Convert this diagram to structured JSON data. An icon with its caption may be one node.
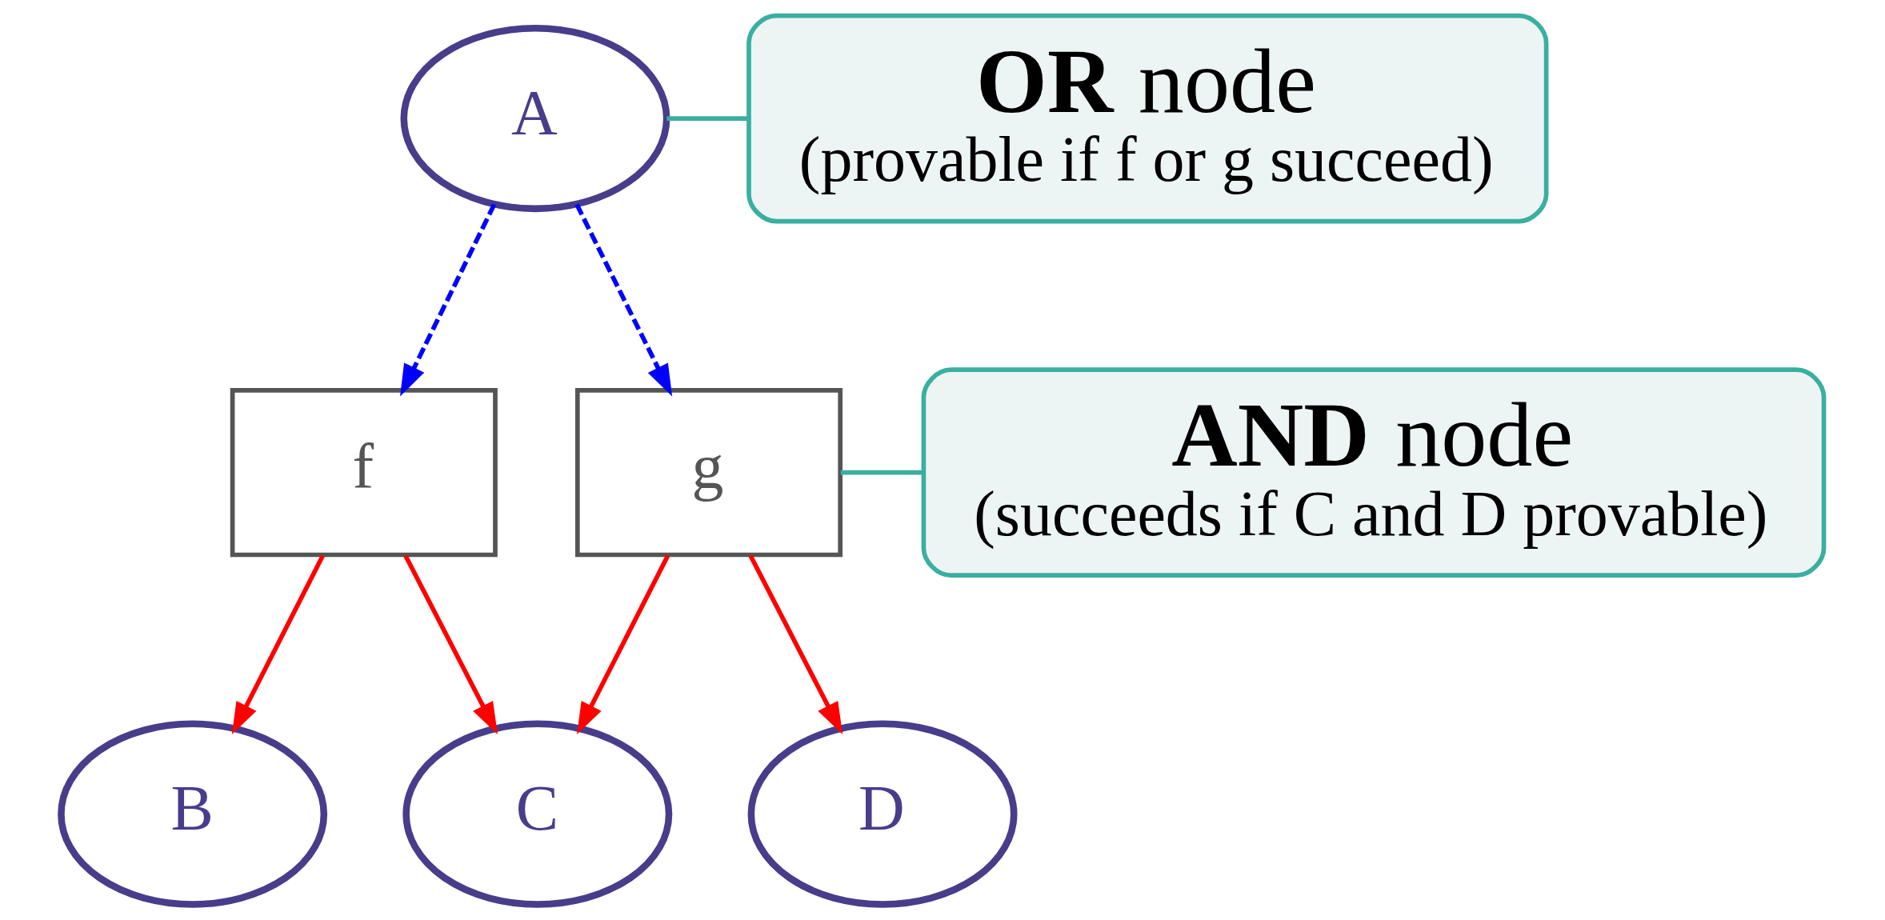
{
  "diagram": {
    "nodes": [
      {
        "text": [
          "A"
        ]
      },
      {
        "text": [
          "f"
        ]
      },
      {
        "text": [
          "g"
        ]
      },
      {
        "text": [
          "B"
        ]
      },
      {
        "text": [
          "C"
        ]
      },
      {
        "text": [
          "D"
        ]
      },
      {
        "text": [
          "**OR** node",
          "(provable if f or g succeed)"
        ]
      },
      {
        "text": [
          "**AND** node",
          "(succeeds if C and D provable)"
        ]
      }
    ],
    "edges": [
      {
        "from": 0,
        "to": 1,
        "arrow": "to",
        "style": "dashed",
        "color": "#0000ff"
      },
      {
        "from": 0,
        "to": 2,
        "arrow": "to",
        "style": "dashed",
        "color": "#0000ff"
      },
      {
        "from": 1,
        "to": 3,
        "arrow": "to",
        "color": "#ff0000"
      },
      {
        "from": 1,
        "to": 4,
        "arrow": "to",
        "color": "#ff0000"
      },
      {
        "from": 2,
        "to": 4,
        "arrow": "to",
        "color": "#ff0000"
      },
      {
        "from": 2,
        "to": 5,
        "arrow": "to",
        "color": "#ff0000"
      },
      {
        "from": 6,
        "to": 0,
        "arrow": "none",
        "color": "#3aafa0"
      },
      {
        "from": 7,
        "to": 2,
        "arrow": "none",
        "color": "#3aafa0"
      }
    ]
  }
}
